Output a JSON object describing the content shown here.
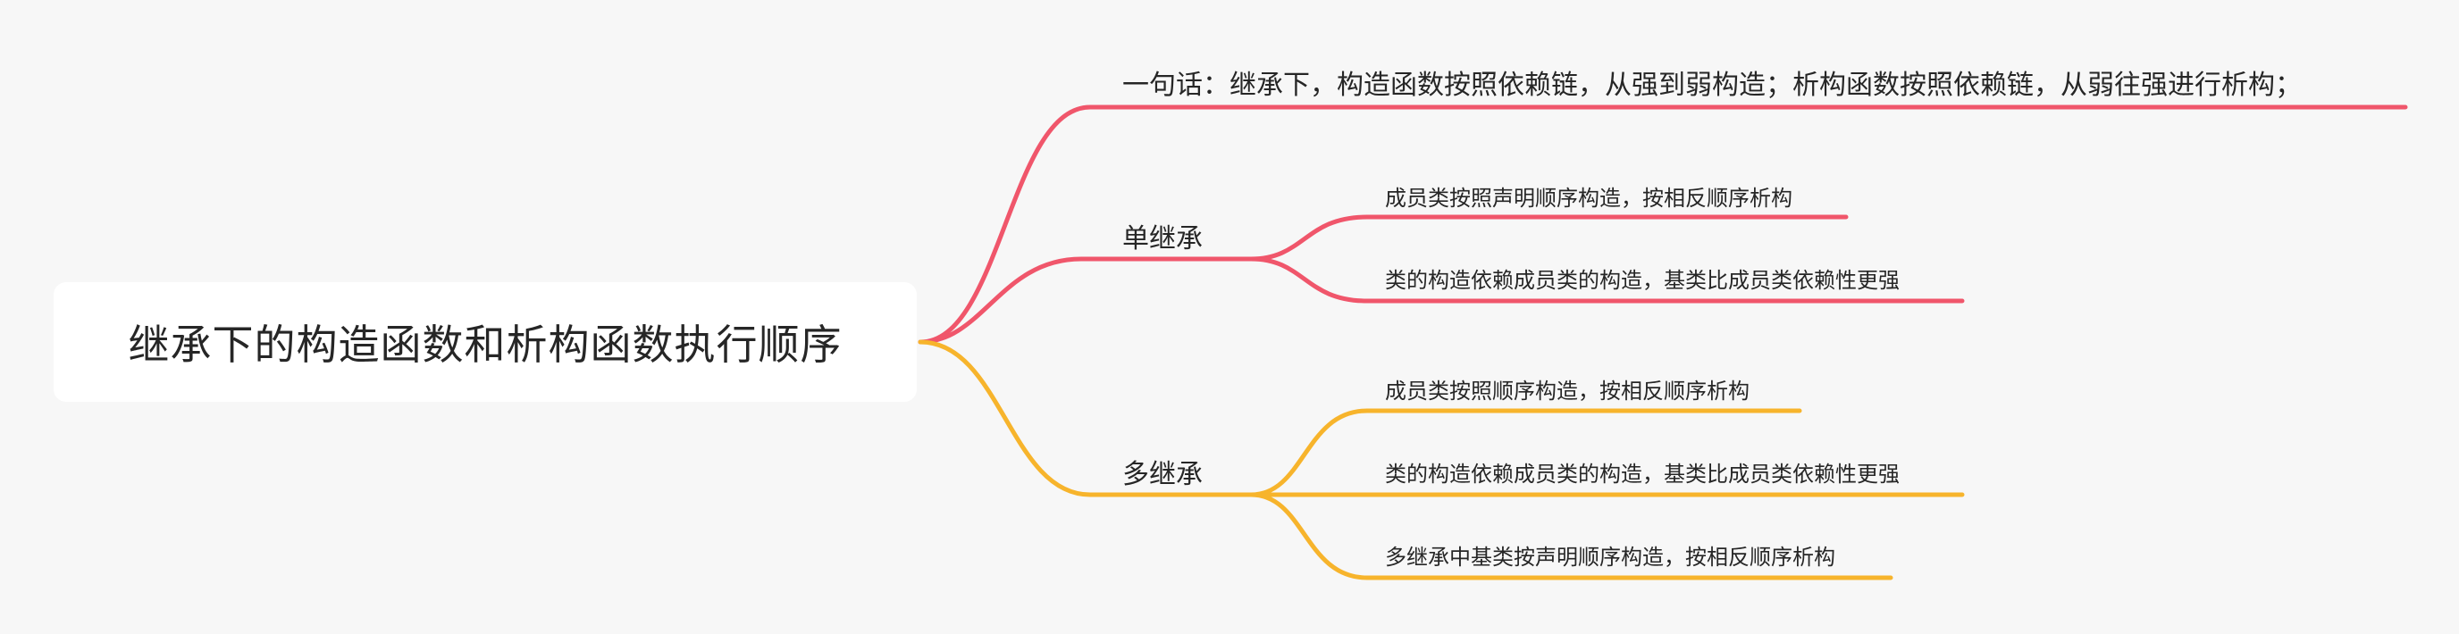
{
  "root": {
    "title": "继承下的构造函数和析构函数执行顺序"
  },
  "branches": {
    "summary": {
      "text": "一句话：继承下，构造函数按照依赖链，从强到弱构造；析构函数按照依赖链，从弱往强进行析构；",
      "color": "#f0566b"
    },
    "single": {
      "label": "单继承",
      "color": "#f0566b",
      "children": [
        "成员类按照声明顺序构造，按相反顺序析构",
        "类的构造依赖成员类的构造，基类比成员类依赖性更强"
      ]
    },
    "multiple": {
      "label": "多继承",
      "color": "#f7b42c",
      "children": [
        "成员类按照顺序构造，按相反顺序析构",
        "类的构造依赖成员类的构造，基类比成员类依赖性更强",
        "多继承中基类按声明顺序构造，按相反顺序析构"
      ]
    }
  }
}
